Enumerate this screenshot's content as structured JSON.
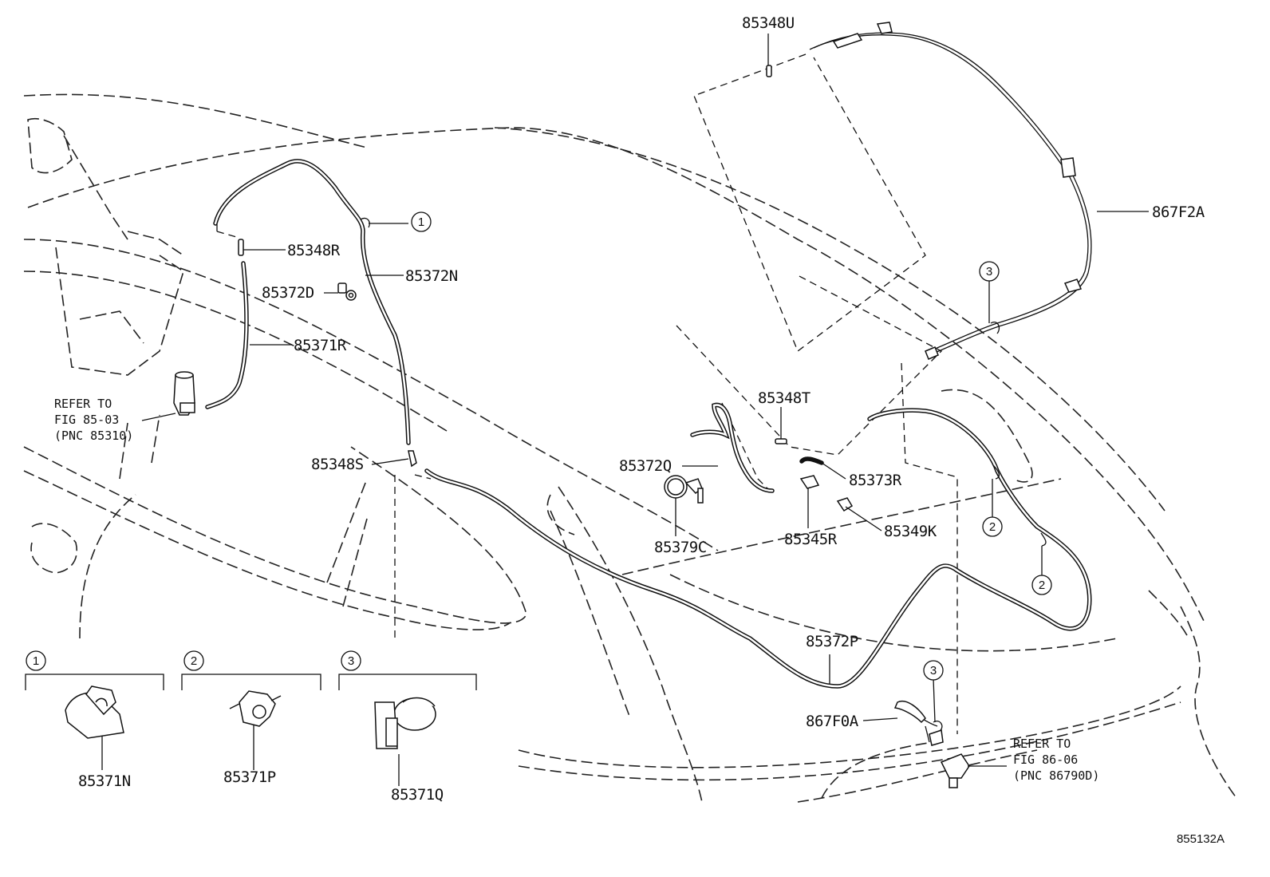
{
  "labels": {
    "p85348U": "85348U",
    "p867F2A": "867F2A",
    "p85348R": "85348R",
    "p85372N": "85372N",
    "p85372D": "85372D",
    "p85371R": "85371R",
    "p85348T": "85348T",
    "p85372Q": "85372Q",
    "p85348S": "85348S",
    "p85373R": "85373R",
    "p85349K": "85349K",
    "p85345R": "85345R",
    "p85379C": "85379C",
    "p85372P": "85372P",
    "p867F0A": "867F0A",
    "p85371N": "85371N",
    "p85371P": "85371P",
    "p85371Q": "85371Q"
  },
  "refer_left": {
    "line1": "REFER TO",
    "line2": "FIG 85-03",
    "line3": "(PNC 85310)"
  },
  "refer_right": {
    "line1": "REFER TO",
    "line2": "FIG 86-06",
    "line3": "(PNC 86790D)"
  },
  "callouts": {
    "c1": "1",
    "c2": "2",
    "c3": "3"
  },
  "figure_id": "855132A"
}
